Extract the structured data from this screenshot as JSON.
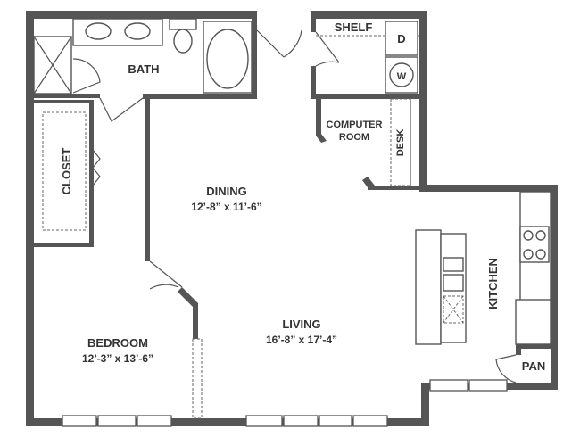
{
  "rooms": {
    "shelf": {
      "label": "SHELF"
    },
    "dryer": {
      "label": "D"
    },
    "washer": {
      "label": "W"
    },
    "bath": {
      "label": "BATH"
    },
    "computer_room": {
      "label_line1": "COMPUTER",
      "label_line2": "ROOM"
    },
    "desk": {
      "label": "DESK"
    },
    "closet": {
      "label": "CLOSET"
    },
    "dining": {
      "label": "DINING",
      "dimensions": "12’-8” x 11’-6”"
    },
    "kitchen": {
      "label": "KITCHEN"
    },
    "living": {
      "label": "LIVING",
      "dimensions": "16’-8” x 17’-4”"
    },
    "bedroom": {
      "label": "BEDROOM",
      "dimensions": "12’-3” x 13’-6”"
    },
    "pantry": {
      "label": "PAN"
    }
  },
  "colors": {
    "wall": "#555555",
    "text": "#333333",
    "background": "#ffffff"
  }
}
